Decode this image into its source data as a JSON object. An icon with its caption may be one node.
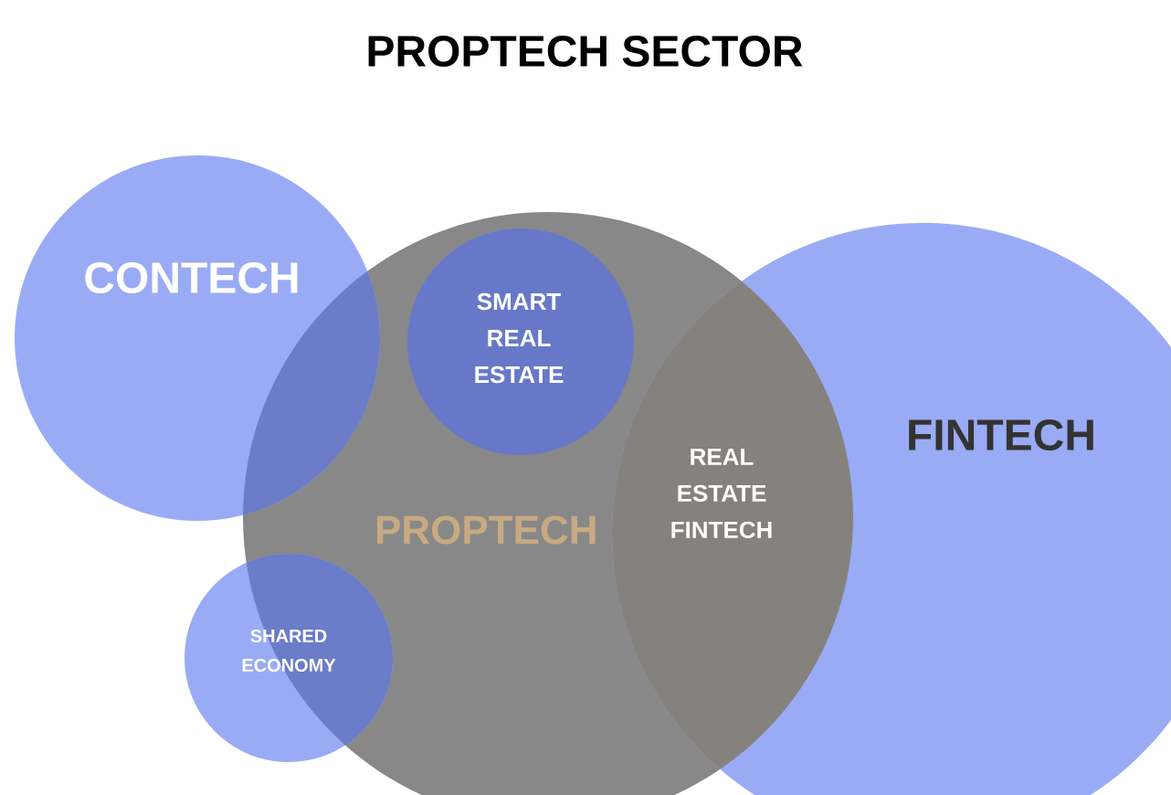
{
  "diagram": {
    "title": "PROPTECH SECTOR",
    "nodes": [
      {
        "text": [
          "CONTECH"
        ]
      },
      {
        "text": [
          "PROPTECH"
        ]
      },
      {
        "text": [
          "SMART REAL ESTATE"
        ],
        "in": 1
      },
      {
        "text": [
          "REAL ESTATE FINTECH"
        ]
      },
      {
        "text": [
          "FINTECH"
        ]
      },
      {
        "text": [
          "SHARED ECONOMY"
        ]
      }
    ]
  }
}
